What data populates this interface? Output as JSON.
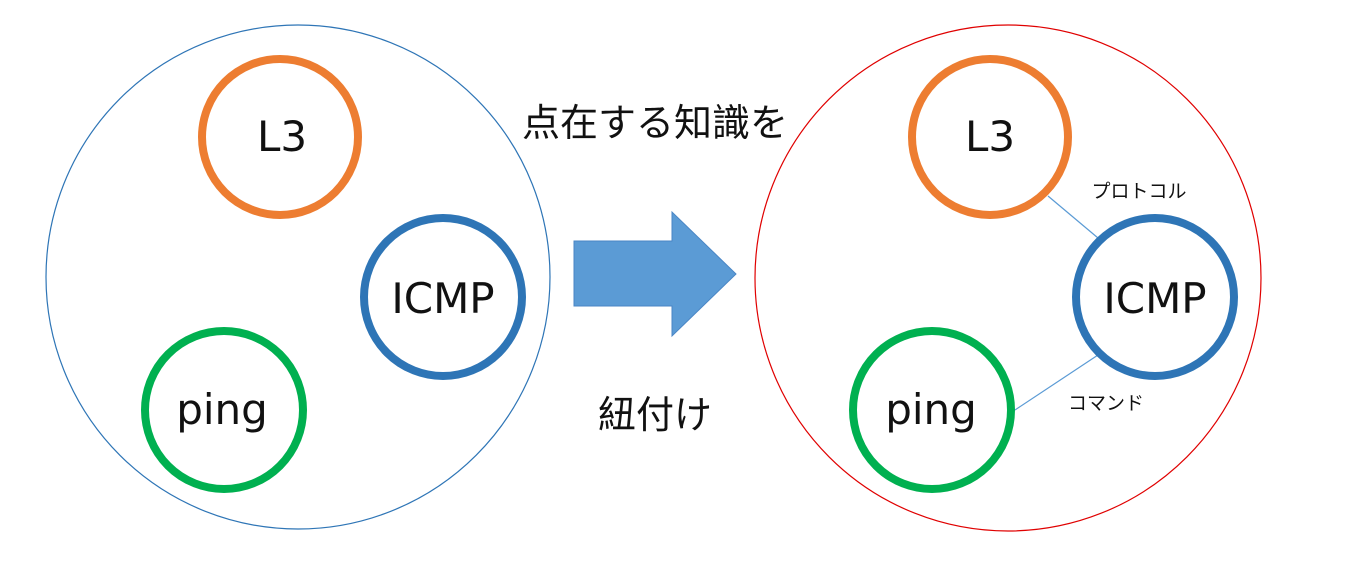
{
  "diagram": {
    "before": {
      "nodes": [
        {
          "id": "l3",
          "label": "L3",
          "color": "#ED7D31"
        },
        {
          "id": "icmp",
          "label": "ICMP",
          "color": "#2E75B6"
        },
        {
          "id": "ping",
          "label": "ping",
          "color": "#00B050"
        }
      ],
      "boundary_color": "#2E75B6"
    },
    "transition": {
      "top_caption": "点在する知識を",
      "bottom_caption": "紐付け",
      "arrow_color": "#5B9BD5"
    },
    "after": {
      "nodes": [
        {
          "id": "l3",
          "label": "L3",
          "color": "#ED7D31"
        },
        {
          "id": "icmp",
          "label": "ICMP",
          "color": "#2E75B6"
        },
        {
          "id": "ping",
          "label": "ping",
          "color": "#00B050"
        }
      ],
      "edges": [
        {
          "from": "l3",
          "to": "icmp",
          "label": "プロトコル"
        },
        {
          "from": "ping",
          "to": "icmp",
          "label": "コマンド"
        }
      ],
      "boundary_color": "#E00000",
      "edge_color": "#5B9BD5"
    }
  }
}
